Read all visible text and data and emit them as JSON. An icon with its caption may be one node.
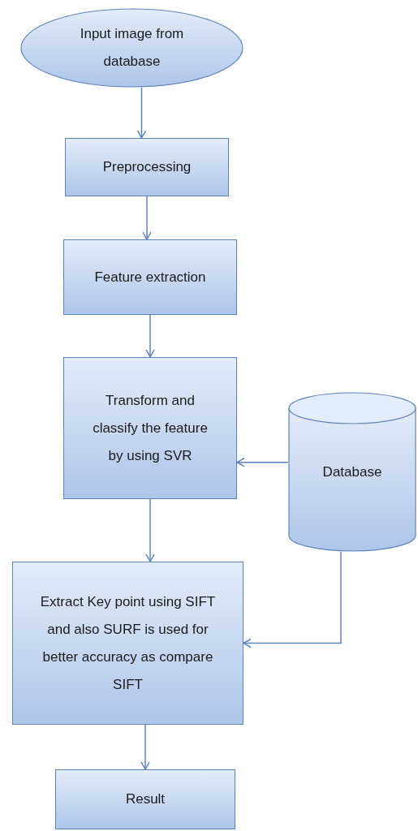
{
  "diagram": {
    "nodes": [
      {
        "text": [
          "Input image from database"
        ]
      },
      {
        "text": [
          "Preprocessing"
        ]
      },
      {
        "text": [
          "Feature extraction"
        ]
      },
      {
        "text": [
          "Transform and classify the feature by using SVR"
        ]
      },
      {
        "text": [
          "Database"
        ]
      },
      {
        "text": [
          "Extract Key point using SIFT and also SURF is used for better accuracy as compare SIFT"
        ]
      },
      {
        "text": [
          "Result"
        ]
      }
    ],
    "edges": [
      {
        "from": 0,
        "to": 1,
        "arrow": "to"
      },
      {
        "from": 1,
        "to": 2,
        "arrow": "to"
      },
      {
        "from": 2,
        "to": 3,
        "arrow": "to"
      },
      {
        "from": 4,
        "to": 3,
        "arrow": "to"
      },
      {
        "from": 3,
        "to": 5,
        "arrow": "to"
      },
      {
        "from": 4,
        "to": 5,
        "arrow": "to"
      },
      {
        "from": 5,
        "to": 6,
        "arrow": "to"
      }
    ]
  }
}
